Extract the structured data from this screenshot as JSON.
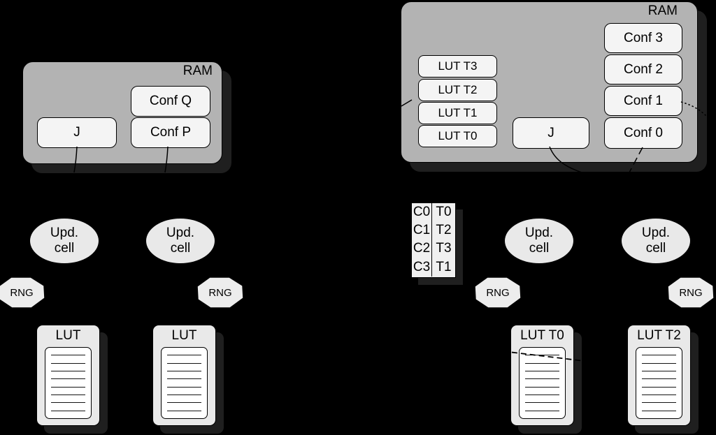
{
  "colors": {
    "background": "#000000",
    "ram_fill": "#b3b3b3",
    "box_fill": "#f4f4f4",
    "card_fill": "#e9e9e9",
    "page_fill": "#ffffff",
    "shadow": "#1f1f1f",
    "line": "#000000"
  },
  "left_ram": {
    "title": "RAM",
    "j_label": "J",
    "conf_q": "Conf Q",
    "conf_p": "Conf P"
  },
  "right_ram": {
    "title": "RAM",
    "j_label": "J",
    "lut_slots": [
      "LUT T3",
      "LUT T2",
      "LUT T1",
      "LUT T0"
    ],
    "conf_slots": [
      "Conf 3",
      "Conf 2",
      "Conf 1",
      "Conf 0"
    ]
  },
  "mapping_table": {
    "rows": [
      {
        "context": "C0",
        "task": "T0"
      },
      {
        "context": "C1",
        "task": "T2"
      },
      {
        "context": "C2",
        "task": "T3"
      },
      {
        "context": "C3",
        "task": "T1"
      }
    ]
  },
  "update_cells": [
    {
      "line1": "Upd.",
      "line2": "cell"
    },
    {
      "line1": "Upd.",
      "line2": "cell"
    },
    {
      "line1": "Upd.",
      "line2": "cell"
    },
    {
      "line1": "Upd.",
      "line2": "cell"
    }
  ],
  "rngs": [
    {
      "label": "RNG"
    },
    {
      "label": "RNG"
    },
    {
      "label": "RNG"
    },
    {
      "label": "RNG"
    }
  ],
  "lut_cards": [
    {
      "title": "LUT"
    },
    {
      "title": "LUT"
    },
    {
      "title": "LUT T0"
    },
    {
      "title": "LUT T2"
    }
  ]
}
